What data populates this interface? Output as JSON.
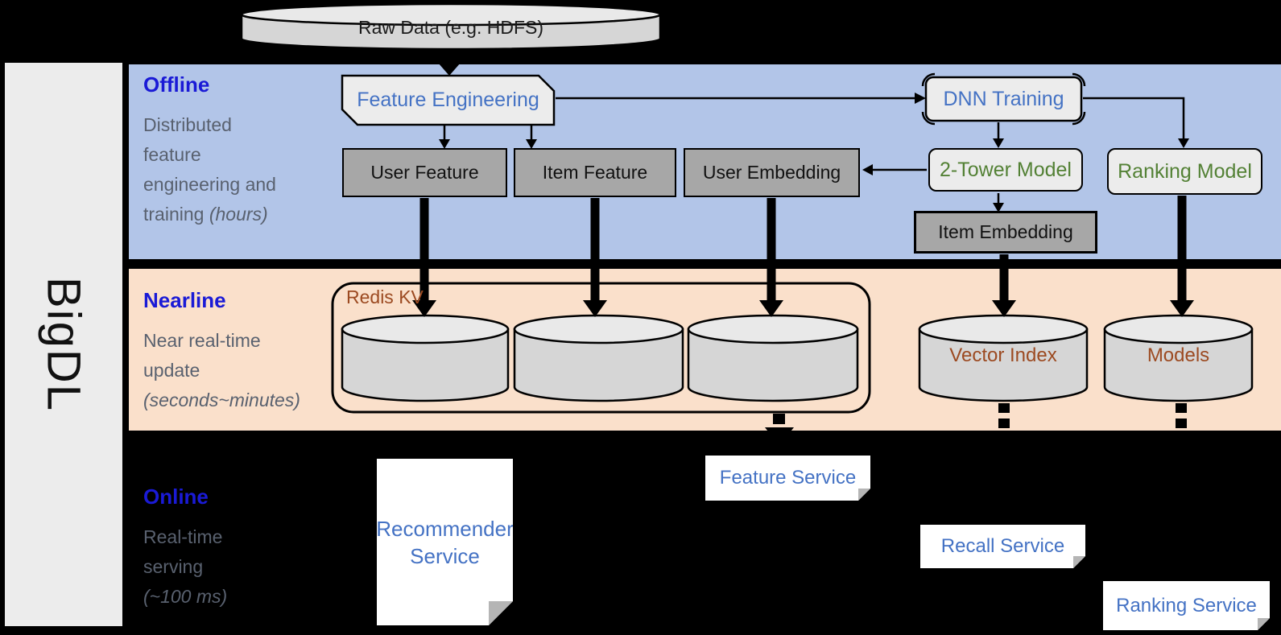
{
  "brand": "BigDL",
  "raw_data_label": "Raw Data (e.g. HDFS)",
  "sections": {
    "offline": {
      "title": "Offline",
      "line1": "Distributed",
      "line2": "feature",
      "line3": "engineering and",
      "line4": "training ",
      "line4_italic": "(hours)"
    },
    "nearline": {
      "title": "Nearline",
      "line1": "Near real-time",
      "line2": "update",
      "line3_italic": "(seconds~minutes)"
    },
    "online": {
      "title": "Online",
      "line1": "Real-time",
      "line2": "serving",
      "line3_italic": "(~100 ms)"
    }
  },
  "nodes": {
    "feature_engineering": "Feature Engineering",
    "dnn_training": "DNN Training",
    "user_feature": "User Feature",
    "item_feature": "Item Feature",
    "user_embedding": "User Embedding",
    "two_tower_model": "2-Tower Model",
    "ranking_model": "Ranking Model",
    "item_embedding": "Item Embedding",
    "redis_kv": "Redis KV",
    "vector_index": "Vector Index",
    "models": "Models",
    "recommender_service": "Recommender Service",
    "feature_service": "Feature Service",
    "recall_service": "Recall Service",
    "ranking_service": "Ranking Service"
  },
  "colors": {
    "background": "#000000",
    "offline_band": "#b2c5e8",
    "nearline_band": "#fae0cb",
    "sidebar": "#ececec",
    "section_title_blue": "#1a1ad6",
    "section_desc_gray": "#59616f",
    "node_text_blue": "#4472c4",
    "node_text_green": "#538135",
    "node_text_brown": "#9c4a21",
    "gray_box_fill": "#a7a7a7",
    "light_box_fill": "#ececec",
    "cylinder_fill": "#d6d6d6",
    "service_box_fill": "#ffffff"
  }
}
